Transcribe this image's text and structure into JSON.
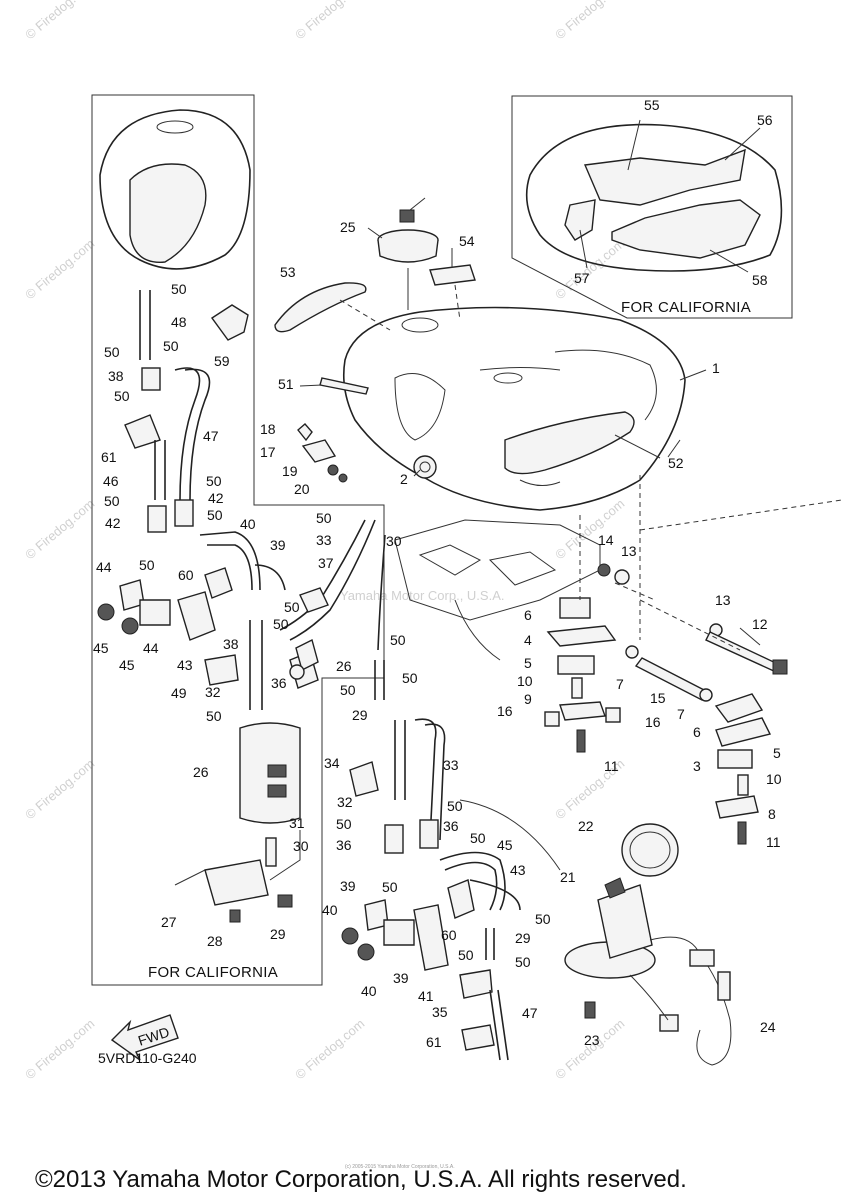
{
  "footer": {
    "copyright": "©2013 Yamaha Motor Corporation, U.S.A. All rights reserved.",
    "fine_print": "(c) 2005-2015 Yamaha Motor Corporation, U.S.A."
  },
  "diagram_code": "5VRD110-G240",
  "fwd_arrow_label": "FWD",
  "box_labels": {
    "left": "FOR CALIFORNIA",
    "top_right": "FOR CALIFORNIA"
  },
  "watermarks": {
    "firedog": "© Firedog.com",
    "yamaha": "Yamaha Motor Corp., U.S.A."
  },
  "callouts": [
    {
      "id": "c1",
      "n": "1"
    },
    {
      "id": "c2",
      "n": "2"
    },
    {
      "id": "c3",
      "n": "3"
    },
    {
      "id": "c4",
      "n": "4"
    },
    {
      "id": "c5a",
      "n": "5"
    },
    {
      "id": "c5b",
      "n": "5"
    },
    {
      "id": "c6a",
      "n": "6"
    },
    {
      "id": "c6b",
      "n": "6"
    },
    {
      "id": "c7a",
      "n": "7"
    },
    {
      "id": "c7b",
      "n": "7"
    },
    {
      "id": "c8",
      "n": "8"
    },
    {
      "id": "c9",
      "n": "9"
    },
    {
      "id": "c10a",
      "n": "10"
    },
    {
      "id": "c10b",
      "n": "10"
    },
    {
      "id": "c11a",
      "n": "11"
    },
    {
      "id": "c11b",
      "n": "11"
    },
    {
      "id": "c12",
      "n": "12"
    },
    {
      "id": "c13a",
      "n": "13"
    },
    {
      "id": "c13b",
      "n": "13"
    },
    {
      "id": "c14",
      "n": "14"
    },
    {
      "id": "c15",
      "n": "15"
    },
    {
      "id": "c16a",
      "n": "16"
    },
    {
      "id": "c16b",
      "n": "16"
    },
    {
      "id": "c17",
      "n": "17"
    },
    {
      "id": "c18",
      "n": "18"
    },
    {
      "id": "c19",
      "n": "19"
    },
    {
      "id": "c20",
      "n": "20"
    },
    {
      "id": "c21",
      "n": "21"
    },
    {
      "id": "c22",
      "n": "22"
    },
    {
      "id": "c23",
      "n": "23"
    },
    {
      "id": "c24",
      "n": "24"
    },
    {
      "id": "c25",
      "n": "25"
    },
    {
      "id": "c26a",
      "n": "26"
    },
    {
      "id": "c26b",
      "n": "26"
    },
    {
      "id": "c27",
      "n": "27"
    },
    {
      "id": "c28",
      "n": "28"
    },
    {
      "id": "c29a",
      "n": "29"
    },
    {
      "id": "c29b",
      "n": "29"
    },
    {
      "id": "c29c",
      "n": "29"
    },
    {
      "id": "c30a",
      "n": "30"
    },
    {
      "id": "c30b",
      "n": "30"
    },
    {
      "id": "c31",
      "n": "31"
    },
    {
      "id": "c32a",
      "n": "32"
    },
    {
      "id": "c32b",
      "n": "32"
    },
    {
      "id": "c33a",
      "n": "33"
    },
    {
      "id": "c33b",
      "n": "33"
    },
    {
      "id": "c34",
      "n": "34"
    },
    {
      "id": "c35",
      "n": "35"
    },
    {
      "id": "c36a",
      "n": "36"
    },
    {
      "id": "c36b",
      "n": "36"
    },
    {
      "id": "c36c",
      "n": "36"
    },
    {
      "id": "c37",
      "n": "37"
    },
    {
      "id": "c38a",
      "n": "38"
    },
    {
      "id": "c38b",
      "n": "38"
    },
    {
      "id": "c39a",
      "n": "39"
    },
    {
      "id": "c39b",
      "n": "39"
    },
    {
      "id": "c39c",
      "n": "39"
    },
    {
      "id": "c40a",
      "n": "40"
    },
    {
      "id": "c40b",
      "n": "40"
    },
    {
      "id": "c40c",
      "n": "40"
    },
    {
      "id": "c41",
      "n": "41"
    },
    {
      "id": "c42a",
      "n": "42"
    },
    {
      "id": "c42b",
      "n": "42"
    },
    {
      "id": "c43a",
      "n": "43"
    },
    {
      "id": "c43b",
      "n": "43"
    },
    {
      "id": "c44a",
      "n": "44"
    },
    {
      "id": "c44b",
      "n": "44"
    },
    {
      "id": "c45a",
      "n": "45"
    },
    {
      "id": "c45b",
      "n": "45"
    },
    {
      "id": "c45c",
      "n": "45"
    },
    {
      "id": "c46",
      "n": "46"
    },
    {
      "id": "c47a",
      "n": "47"
    },
    {
      "id": "c47b",
      "n": "47"
    },
    {
      "id": "c48",
      "n": "48"
    },
    {
      "id": "c49",
      "n": "49"
    },
    {
      "id": "c50a",
      "n": "50"
    },
    {
      "id": "c50b",
      "n": "50"
    },
    {
      "id": "c50c",
      "n": "50"
    },
    {
      "id": "c50d",
      "n": "50"
    },
    {
      "id": "c50e",
      "n": "50"
    },
    {
      "id": "c50f",
      "n": "50"
    },
    {
      "id": "c50g",
      "n": "50"
    },
    {
      "id": "c50h",
      "n": "50"
    },
    {
      "id": "c50i",
      "n": "50"
    },
    {
      "id": "c50j",
      "n": "50"
    },
    {
      "id": "c50k",
      "n": "50"
    },
    {
      "id": "c50l",
      "n": "50"
    },
    {
      "id": "c50m",
      "n": "50"
    },
    {
      "id": "c50n",
      "n": "50"
    },
    {
      "id": "c50o",
      "n": "50"
    },
    {
      "id": "c50p",
      "n": "50"
    },
    {
      "id": "c50q",
      "n": "50"
    },
    {
      "id": "c50r",
      "n": "50"
    },
    {
      "id": "c50s",
      "n": "50"
    },
    {
      "id": "c50t",
      "n": "50"
    },
    {
      "id": "c50u",
      "n": "50"
    },
    {
      "id": "c50v",
      "n": "50"
    },
    {
      "id": "c51",
      "n": "51"
    },
    {
      "id": "c52",
      "n": "52"
    },
    {
      "id": "c53",
      "n": "53"
    },
    {
      "id": "c54",
      "n": "54"
    },
    {
      "id": "c55",
      "n": "55"
    },
    {
      "id": "c56",
      "n": "56"
    },
    {
      "id": "c57",
      "n": "57"
    },
    {
      "id": "c58",
      "n": "58"
    },
    {
      "id": "c59",
      "n": "59"
    },
    {
      "id": "c60a",
      "n": "60"
    },
    {
      "id": "c60b",
      "n": "60"
    },
    {
      "id": "c61a",
      "n": "61"
    },
    {
      "id": "c61b",
      "n": "61"
    }
  ]
}
